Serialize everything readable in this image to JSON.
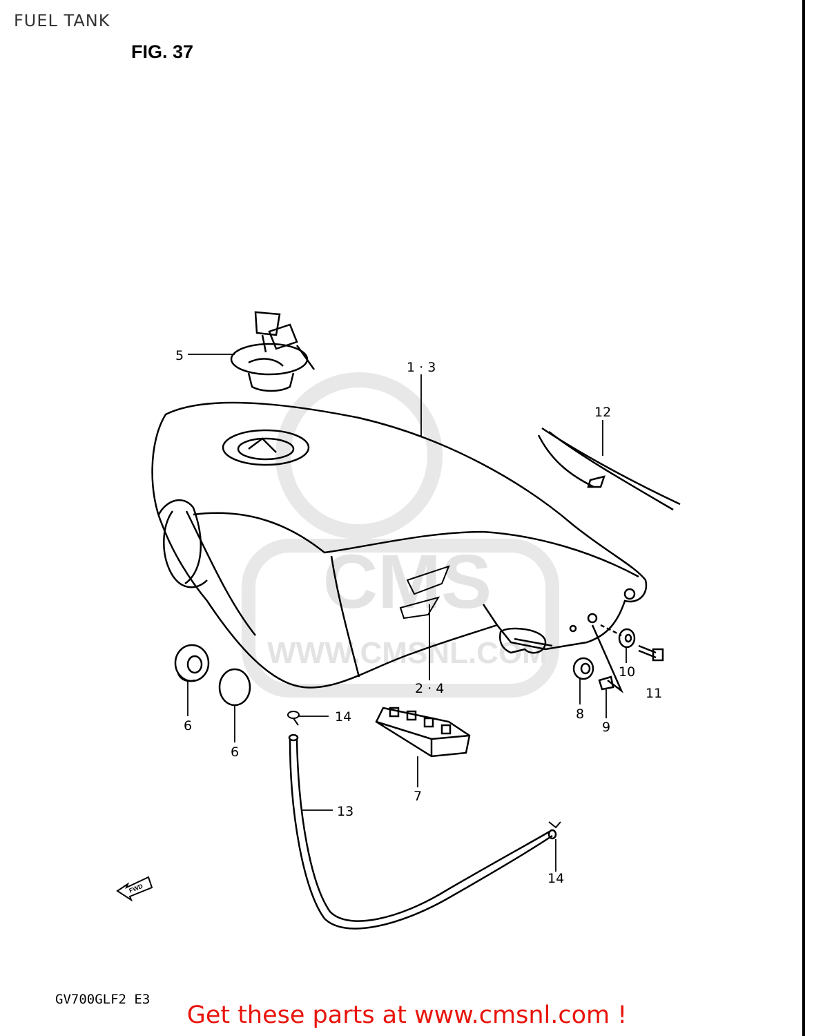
{
  "header": {
    "title": "FUEL TANK"
  },
  "figure": {
    "label": "FIG. 37"
  },
  "watermark": {
    "brand": "CMS",
    "url": "WWW.CMSNL.COM"
  },
  "fwd_marker": {
    "text": "FWD"
  },
  "callouts": {
    "c5": "5",
    "c13_tank": "1 · 3",
    "c12": "12",
    "c24": "2 · 4",
    "c6a": "6",
    "c6b": "6",
    "c14a": "14",
    "c7": "7",
    "c13": "13",
    "c8": "8",
    "c9": "9",
    "c10": "10",
    "c11": "11",
    "c14b": "14"
  },
  "model_code": "GV700GLF2  E3",
  "footer": {
    "link_text": "Get these parts at www.cmsnl.com !",
    "color": "#e8140c"
  }
}
